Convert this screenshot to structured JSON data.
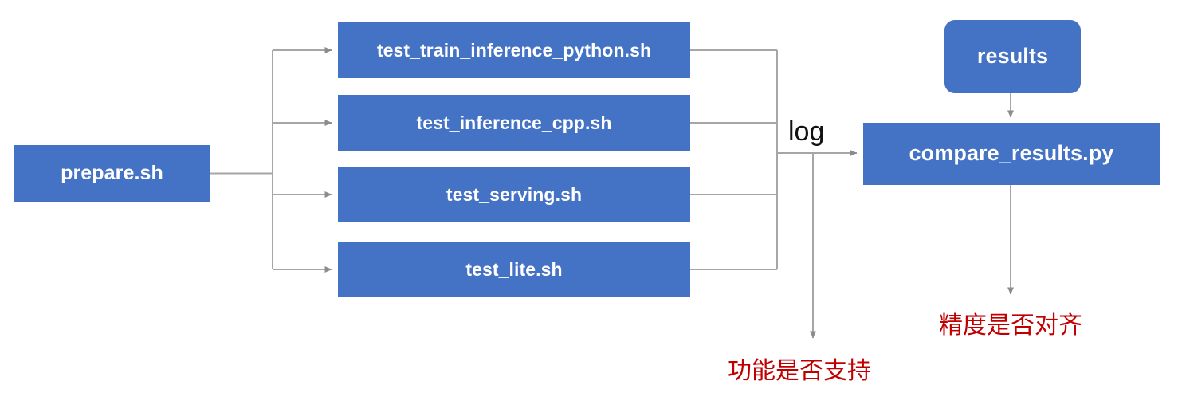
{
  "diagram": {
    "title": "PaddlePaddle TIPC test pipeline flowchart",
    "colors": {
      "node_fill": "#4472C4",
      "node_text": "#FFFFFF",
      "connector": "#A6A6A6",
      "annotation_red": "#C00000",
      "label_text": "#131313",
      "background": "#FFFFFF"
    },
    "nodes": {
      "prepare": "prepare.sh",
      "test_train_inference_python": "test_train_inference_python.sh",
      "test_inference_cpp": "test_inference_cpp.sh",
      "test_serving": "test_serving.sh",
      "test_lite": "test_lite.sh",
      "results": "results",
      "compare_results": "compare_results.py"
    },
    "edge_labels": {
      "log": "log"
    },
    "annotations": {
      "function_supported": "功能是否支持",
      "precision_aligned": "精度是否对齐"
    }
  }
}
